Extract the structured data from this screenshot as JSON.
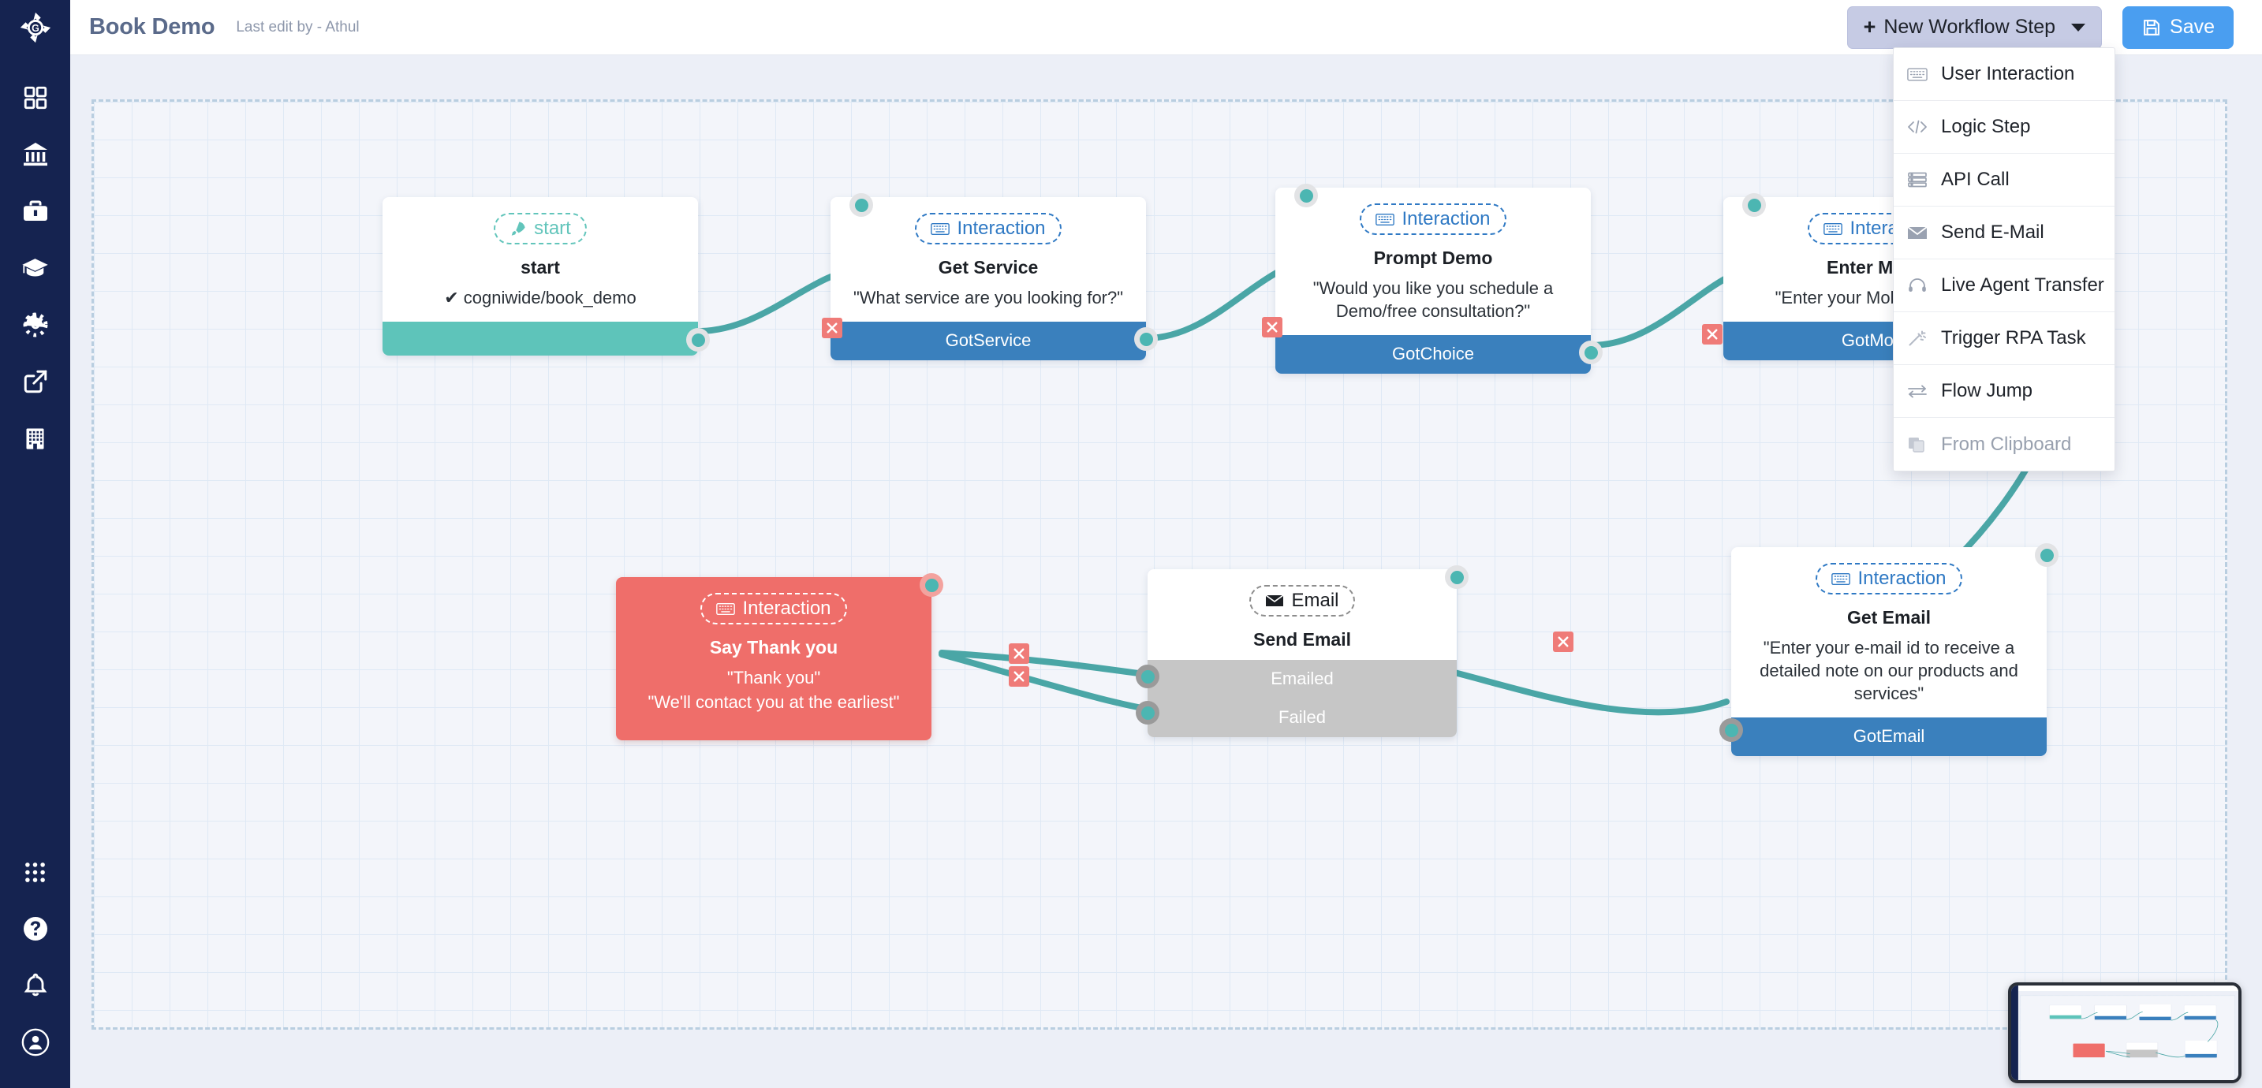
{
  "app": {
    "logo_icon": "cogniwide-logo-icon",
    "accent_blue": "#4a9ef0",
    "node_blue": "#3a80bd",
    "node_teal": "#5ec4ba",
    "node_red": "#ef6e6a",
    "edge_color": "#4aa6a6",
    "sidebar_bg": "#152350"
  },
  "header": {
    "title": "Book Demo",
    "subtitle": "Last edit by - Athul",
    "new_step_label": "New Workflow Step",
    "new_step_plus": "+",
    "save_label": "Save",
    "save_icon": "floppy-disk-icon",
    "caret_icon": "chevron-down-icon"
  },
  "sidebar": {
    "top_items": [
      {
        "name": "sidebar-item-dashboard",
        "icon": "grid-squares-icon"
      },
      {
        "name": "sidebar-item-bank",
        "icon": "bank-columns-icon"
      },
      {
        "name": "sidebar-item-briefcase",
        "icon": "briefcase-icon"
      },
      {
        "name": "sidebar-item-training",
        "icon": "graduation-cap-icon"
      },
      {
        "name": "sidebar-item-settings",
        "icon": "gear-icon"
      },
      {
        "name": "sidebar-item-external",
        "icon": "external-link-icon"
      },
      {
        "name": "sidebar-item-building",
        "icon": "building-icon"
      }
    ],
    "bottom_items": [
      {
        "name": "sidebar-item-apps",
        "icon": "dots-grid-icon"
      },
      {
        "name": "sidebar-item-help",
        "icon": "question-circle-icon"
      },
      {
        "name": "sidebar-item-notifications",
        "icon": "bell-icon"
      },
      {
        "name": "sidebar-item-account",
        "icon": "user-avatar-icon"
      }
    ]
  },
  "dropdown": {
    "open": true,
    "items": [
      {
        "label": "User Interaction",
        "icon": "keyboard-icon",
        "disabled": false
      },
      {
        "label": "Logic Step",
        "icon": "code-brackets-icon",
        "disabled": false
      },
      {
        "label": "API Call",
        "icon": "server-stack-icon",
        "disabled": false
      },
      {
        "label": "Send E-Mail",
        "icon": "envelope-icon",
        "disabled": false
      },
      {
        "label": "Live Agent Transfer",
        "icon": "headset-icon",
        "disabled": false
      },
      {
        "label": "Trigger RPA Task",
        "icon": "magic-wand-icon",
        "disabled": false
      },
      {
        "label": "Flow Jump",
        "icon": "exchange-arrows-icon",
        "disabled": false
      },
      {
        "label": "From Clipboard",
        "icon": "clipboard-copy-icon",
        "disabled": true
      }
    ]
  },
  "canvas": {
    "nodes": [
      {
        "id": "start",
        "badge": "start",
        "badge_icon": "rocket-icon",
        "badge_style": "teal",
        "title": "start",
        "desc": "✔ cogniwide/book_demo",
        "outputs": [
          {
            "label": "",
            "style": "teal"
          }
        ]
      },
      {
        "id": "get-service",
        "badge": "Interaction",
        "badge_icon": "keyboard-icon",
        "badge_style": "blue",
        "title": "Get Service",
        "desc": "\"What service are you looking for?\"",
        "outputs": [
          {
            "label": "GotService",
            "style": "blue"
          }
        ]
      },
      {
        "id": "prompt-demo",
        "badge": "Interaction",
        "badge_icon": "keyboard-icon",
        "badge_style": "blue",
        "title": "Prompt Demo",
        "desc": "\"Would you like you schedule a Demo/free consultation?\"",
        "outputs": [
          {
            "label": "GotChoice",
            "style": "blue"
          }
        ]
      },
      {
        "id": "enter-mobile",
        "badge": "Interaction",
        "badge_icon": "keyboard-icon",
        "badge_style": "blue",
        "title": "Enter Mobile",
        "desc": "\"Enter your Mobile number\"",
        "outputs": [
          {
            "label": "GotMobile",
            "style": "blue"
          }
        ]
      },
      {
        "id": "say-thank-you",
        "badge": "Interaction",
        "badge_icon": "keyboard-icon",
        "badge_style": "white",
        "title": "Say Thank you",
        "desc": "\"Thank you\"\n\"We'll contact you at the earliest\"",
        "desc_line1": "\"Thank you\"",
        "desc_line2": "\"We'll contact you at the earliest\"",
        "outputs": []
      },
      {
        "id": "send-email",
        "badge": "Email",
        "badge_icon": "envelope-icon",
        "badge_style": "grey",
        "title": "Send Email",
        "desc": "",
        "outputs": [
          {
            "label": "Emailed",
            "style": "grey"
          },
          {
            "label": "Failed",
            "style": "grey"
          }
        ]
      },
      {
        "id": "get-email",
        "badge": "Interaction",
        "badge_icon": "keyboard-icon",
        "badge_style": "blue",
        "title": "Get Email",
        "desc": "\"Enter your e-mail id to receive a detailed note on our products and services\"",
        "outputs": [
          {
            "label": "GotEmail",
            "style": "blue"
          }
        ]
      }
    ],
    "edge_delete_icon": "close-x-icon",
    "edge_count": 7
  },
  "minimap": {
    "name": "canvas-minimap"
  }
}
